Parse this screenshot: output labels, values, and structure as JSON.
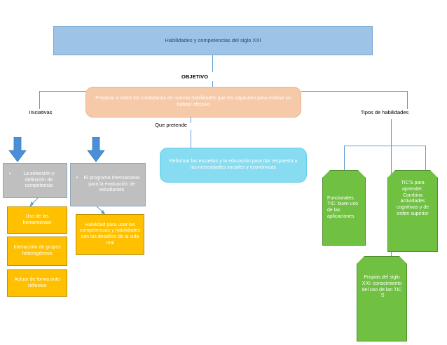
{
  "diagram": {
    "title": "Habilidades y competencias del siglo XXI",
    "objective_label": "OBJETIVO",
    "objective_text": "Preparar a todos los ciudadanos en nuevas habilidades que los capaciten para realizar un trabajo efectivo",
    "branch_labels": {
      "left": "Iniciativas",
      "center": "Que pretende",
      "right": "Tipos de habilidades"
    },
    "center_box": "Reformar las escuelas y la educación para dar respuesta a las necesidades sociales y económicas",
    "initiatives": [
      {
        "bullet": "•",
        "text": "La selección y definición de competencia"
      },
      {
        "bullet": "•",
        "text": "El programa internacional para la evaluación de estudiantes"
      }
    ],
    "outcomes": [
      "Uso de las herramientas",
      "Interacción de grupos heterogéneos",
      "Actuar de forma auto reflexiva",
      "Habilidad para usar las competencias y habilidades con los desafíos de la vida real"
    ],
    "skill_types": [
      "Funcionales TIC: buen uso de las aplicaciones",
      "TIC'S para aprender: Combina actividades cognitivas y de orden superior",
      "Propias del siglo XXI: conocimiento del uso de lan TIC´S"
    ],
    "colors": {
      "title_fill": "#9dc3e6",
      "title_text": "#1f4e79",
      "objective_fill": "#f6c9a8",
      "center_fill": "#87dcf2",
      "gray_fill": "#bfbfbf",
      "yellow_fill": "#ffc000",
      "green_fill": "#70c042",
      "connector": "#5b9bd5",
      "arrow_fill": "#4a90d9"
    },
    "icons": {
      "down_arrow": "down-arrow-icon",
      "connector_arrow": "connector-arrow-icon"
    }
  }
}
